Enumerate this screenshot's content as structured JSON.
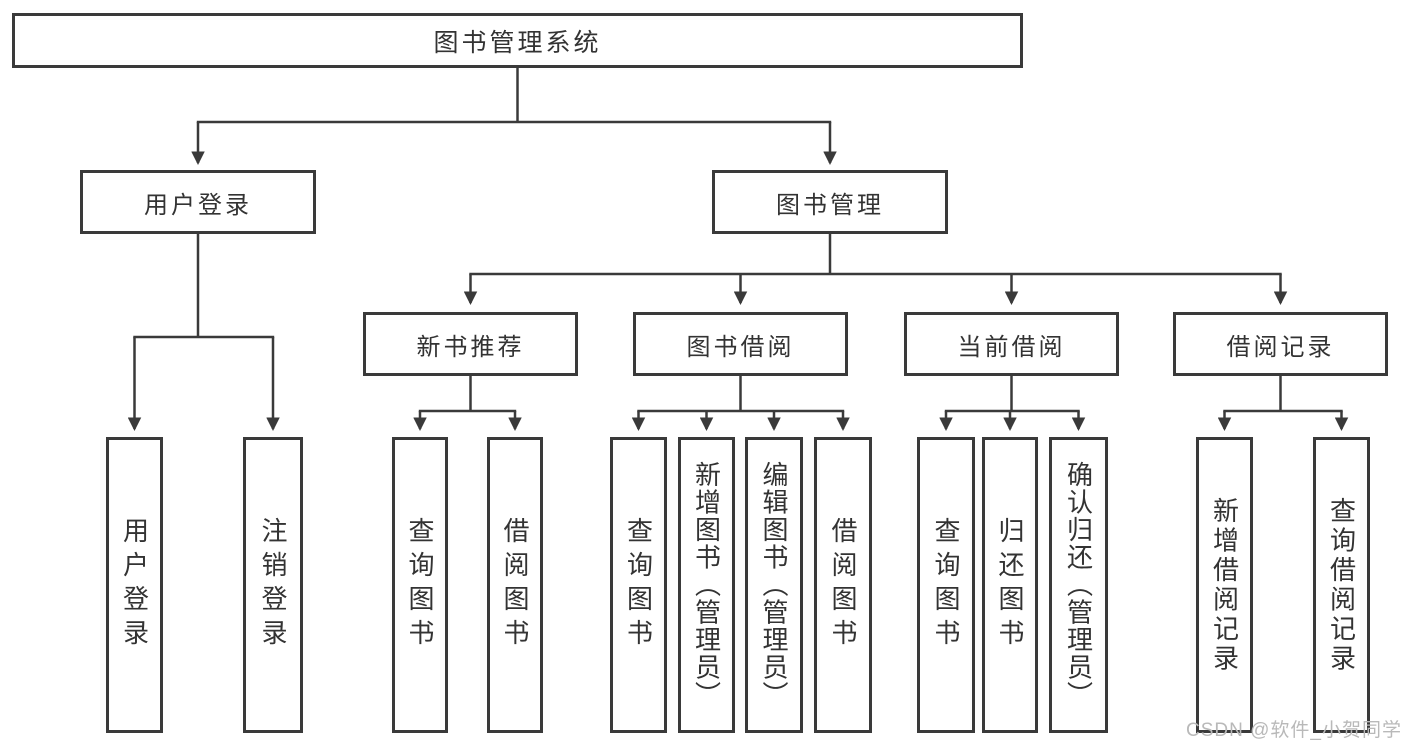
{
  "diagram": {
    "tree": {
      "label": "图书管理系统",
      "children": [
        {
          "label": "用户登录",
          "children": [
            {
              "label": "用户登录"
            },
            {
              "label": "注销登录"
            }
          ]
        },
        {
          "label": "图书管理",
          "children": [
            {
              "label": "新书推荐",
              "children": [
                {
                  "label": "查询图书"
                },
                {
                  "label": "借阅图书"
                }
              ]
            },
            {
              "label": "图书借阅",
              "children": [
                {
                  "label": "查询图书"
                },
                {
                  "label": "新增图书（管理员）"
                },
                {
                  "label": "编辑图书（管理员）"
                },
                {
                  "label": "借阅图书"
                }
              ]
            },
            {
              "label": "当前借阅",
              "children": [
                {
                  "label": "查询图书"
                },
                {
                  "label": "归还图书"
                },
                {
                  "label": "确认归还（管理员）"
                }
              ]
            },
            {
              "label": "借阅记录",
              "children": [
                {
                  "label": "新增借阅记录"
                },
                {
                  "label": "查询借阅记录"
                }
              ]
            }
          ]
        }
      ]
    },
    "colors": {
      "line": "#3a3a3a",
      "box_border": "#3a3a3a",
      "text": "#333333",
      "watermark": "#b9b9b9",
      "background": "#ffffff"
    }
  },
  "watermark": {
    "text": "CSDN @软件_小贺同学"
  }
}
